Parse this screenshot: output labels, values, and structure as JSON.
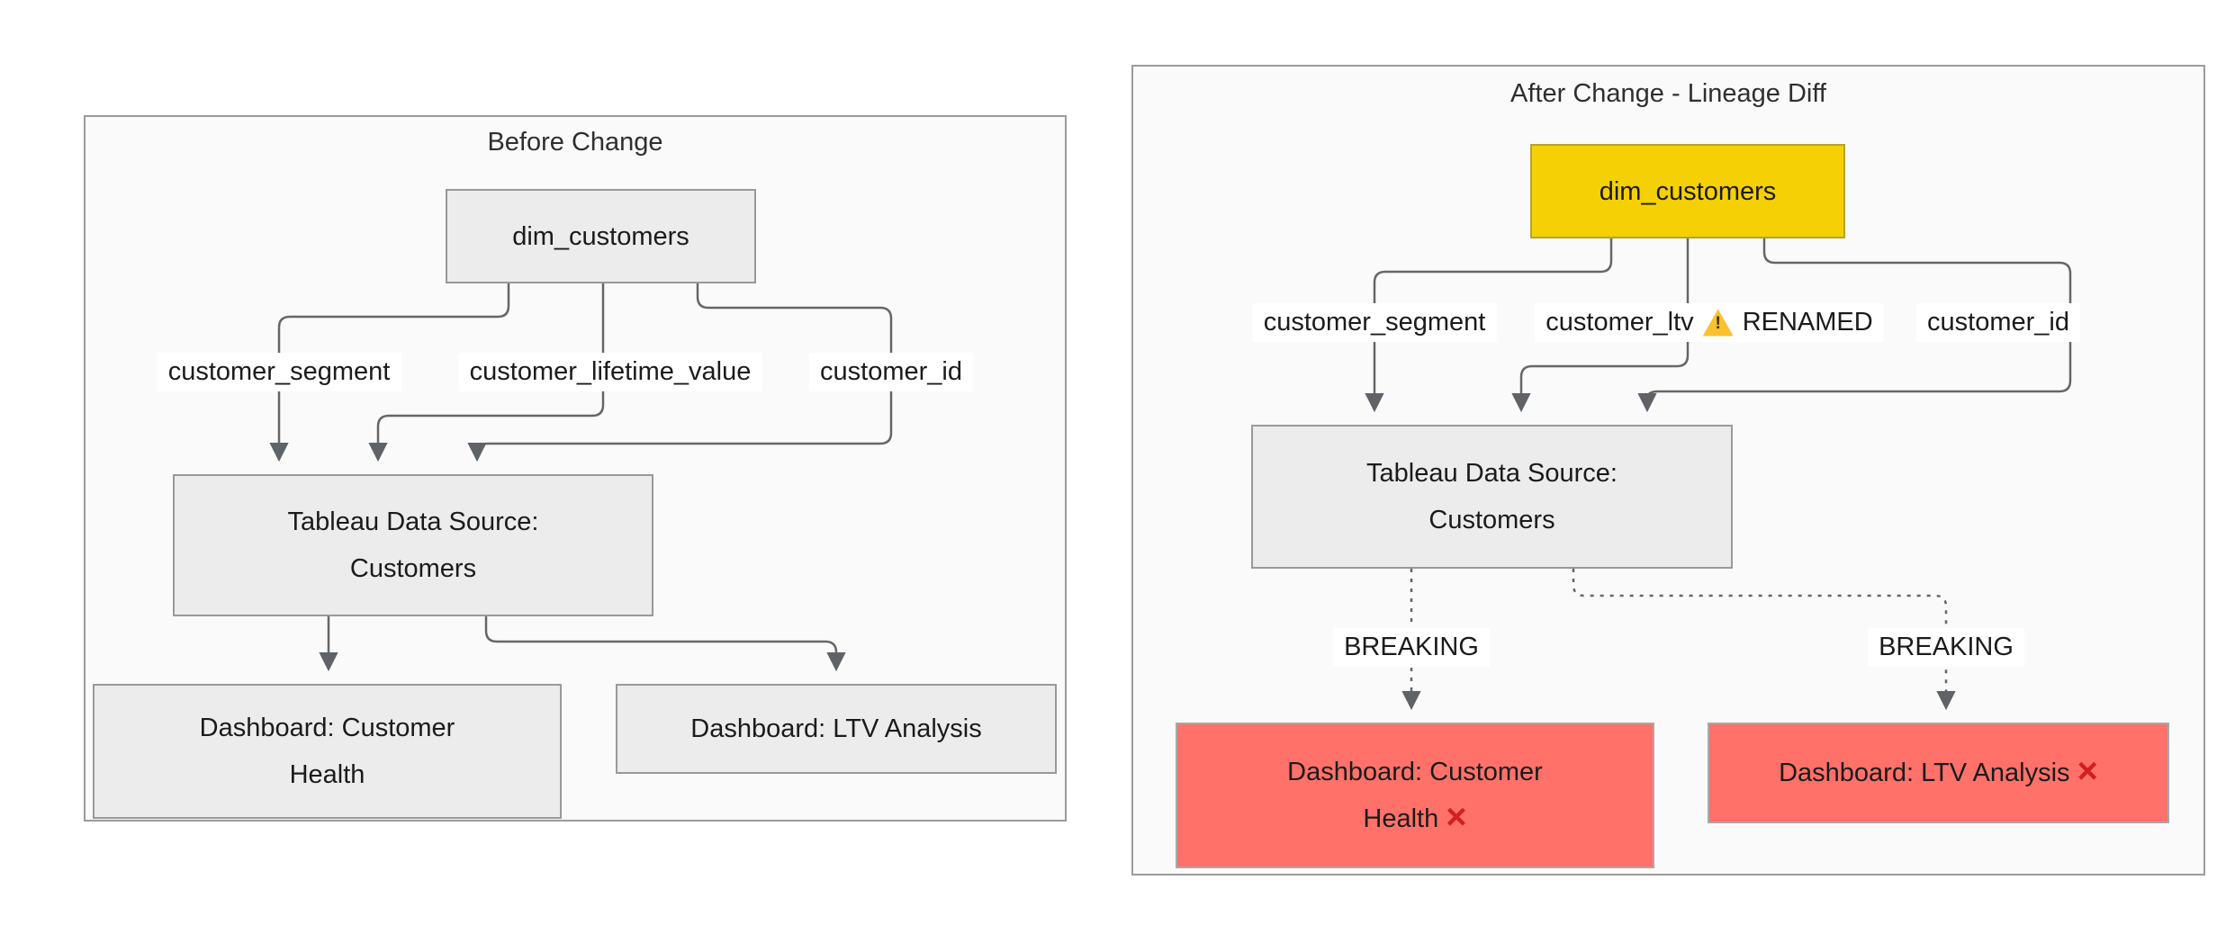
{
  "left": {
    "title": "Before Change",
    "source": "dim_customers",
    "fields": [
      "customer_segment",
      "customer_lifetime_value",
      "customer_id"
    ],
    "datasource_lines": [
      "Tableau Data Source:",
      "Customers"
    ],
    "dashboard1_lines": [
      "Dashboard: Customer",
      "Health"
    ],
    "dashboard2_label": "Dashboard: LTV Analysis"
  },
  "right": {
    "title": "After Change - Lineage Diff",
    "source": "dim_customers",
    "field1": "customer_segment",
    "field2": "customer_ltv",
    "field2_status": "RENAMED",
    "field3": "customer_id",
    "datasource_lines": [
      "Tableau Data Source:",
      "Customers"
    ],
    "breaking1": "BREAKING",
    "breaking2": "BREAKING",
    "dashboard1_lines": [
      "Dashboard: Customer",
      "Health"
    ],
    "dashboard2_label": "Dashboard: LTV Analysis"
  },
  "icons": {
    "warning_mark": "!",
    "cross_mark": "×"
  },
  "colors": {
    "changed_node_yellow": "#f5d005",
    "broken_node_red": "#ff7169",
    "default_node_gray": "#ececec",
    "edge_gray": "#666666",
    "panel_background": "#fafafa"
  }
}
